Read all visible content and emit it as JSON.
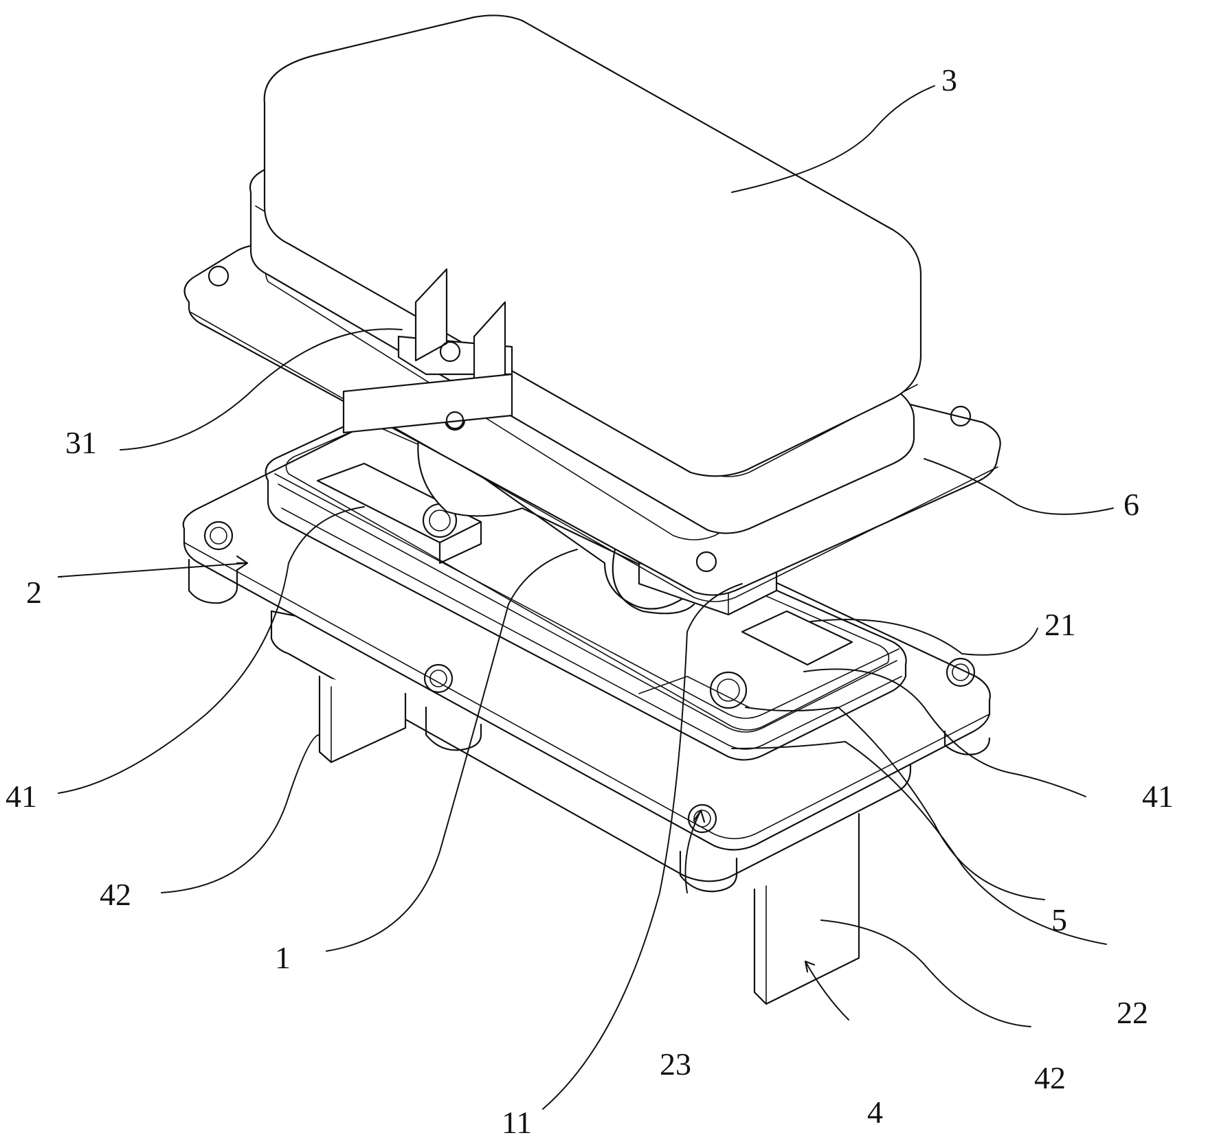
{
  "callouts": {
    "c1": "1",
    "c11": "11",
    "c2": "2",
    "c21": "21",
    "c22": "22",
    "c23": "23",
    "c3": "3",
    "c31": "31",
    "c4": "4",
    "c41_left": "41",
    "c41_right": "41",
    "c42_left": "42",
    "c42_right": "42",
    "c5": "5",
    "c6": "6"
  },
  "colors": {
    "line": "#111111",
    "background": "#ffffff"
  }
}
